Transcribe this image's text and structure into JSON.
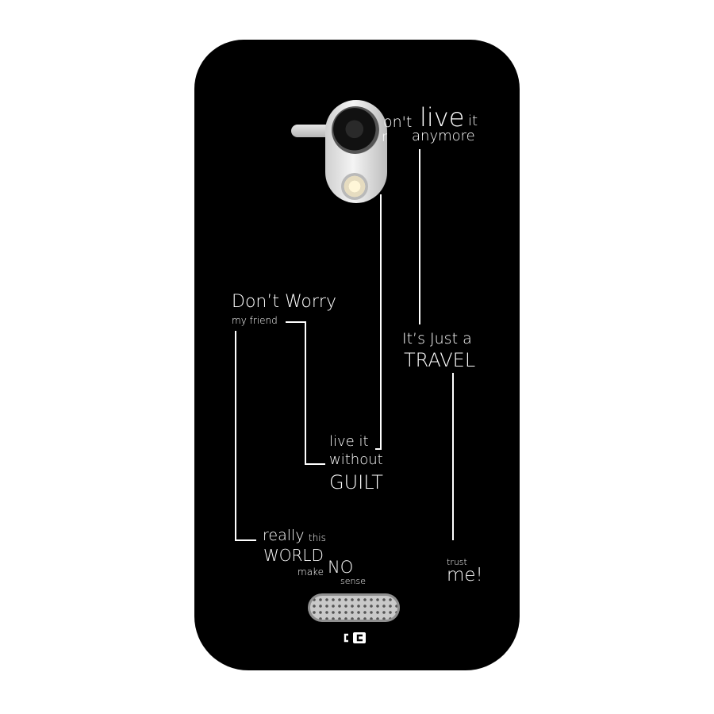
{
  "product": {
    "background_color": "#000000",
    "text_color": "#ffffff"
  },
  "phrase_top": {
    "part1": "on't",
    "part2": "live",
    "part3": "it",
    "part4_partial": "r",
    "part5": "anymore"
  },
  "phrase_worry": {
    "line1": "Don’t Worry",
    "line2": "my friend"
  },
  "phrase_travel": {
    "line1": "It’s Just a",
    "line2": "TRAVEL"
  },
  "phrase_guilt": {
    "line1": "live it",
    "line2": "without",
    "line3": "GUILT"
  },
  "phrase_world": {
    "really": "really",
    "this": "this",
    "world": "WORLD",
    "make": "make",
    "no": "NO",
    "sense": "sense"
  },
  "phrase_trust": {
    "trust": "trust",
    "me": "me!"
  },
  "icons": {
    "camera": "camera-lens-icon",
    "flash": "flash-icon",
    "speaker": "speaker-grille-icon",
    "brand": "brand-logo-icon"
  }
}
